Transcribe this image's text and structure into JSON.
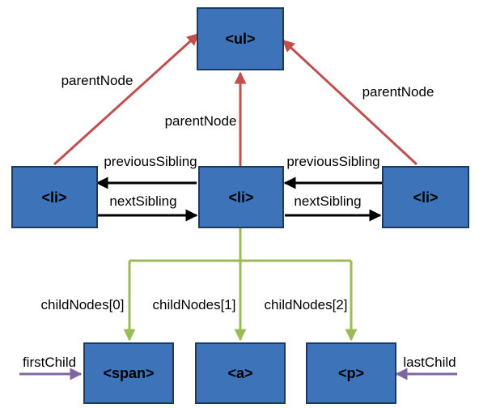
{
  "nodes": {
    "ul": "<ul>",
    "li_left": "<li>",
    "li_center": "<li>",
    "li_right": "<li>",
    "span": "<span>",
    "a": "<a>",
    "p": "<p>"
  },
  "edges": {
    "parent_left": "parentNode",
    "parent_center": "parentNode",
    "parent_right": "parentNode",
    "previous_left": "previousSibling",
    "previous_right": "previousSibling",
    "next_left": "nextSibling",
    "next_right": "nextSibling",
    "child_0": "childNodes[0]",
    "child_1": "childNodes[1]",
    "child_2": "childNodes[2]",
    "first_child": "firstChild",
    "last_child": "lastChild"
  },
  "colors": {
    "node_fill": "#3d73b9",
    "parent_arrow": "#c0504d",
    "sibling_arrow": "#000000",
    "child_arrow": "#9bbb59",
    "first_last_arrow": "#8064a2"
  }
}
